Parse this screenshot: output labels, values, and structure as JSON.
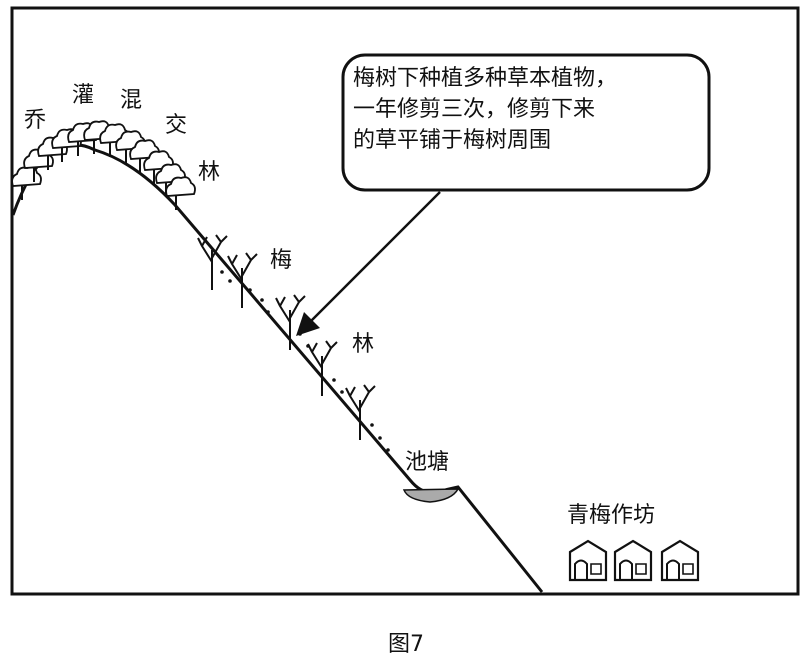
{
  "labels": {
    "mixed_forest": [
      "乔",
      "灌",
      "混",
      "交",
      "林"
    ],
    "plum_forest": [
      "梅",
      "林"
    ],
    "pond": "池塘",
    "workshop": "青梅作坊"
  },
  "callout": {
    "lines": [
      "梅树下种植多种草本植物，",
      "一年修剪三次，修剪下来",
      "的草平铺于梅树周围"
    ]
  },
  "caption": "图7",
  "icons": {
    "forest": "broadleaf-tree-icon",
    "plum": "bare-plum-tree-icon",
    "house": "house-icon"
  }
}
